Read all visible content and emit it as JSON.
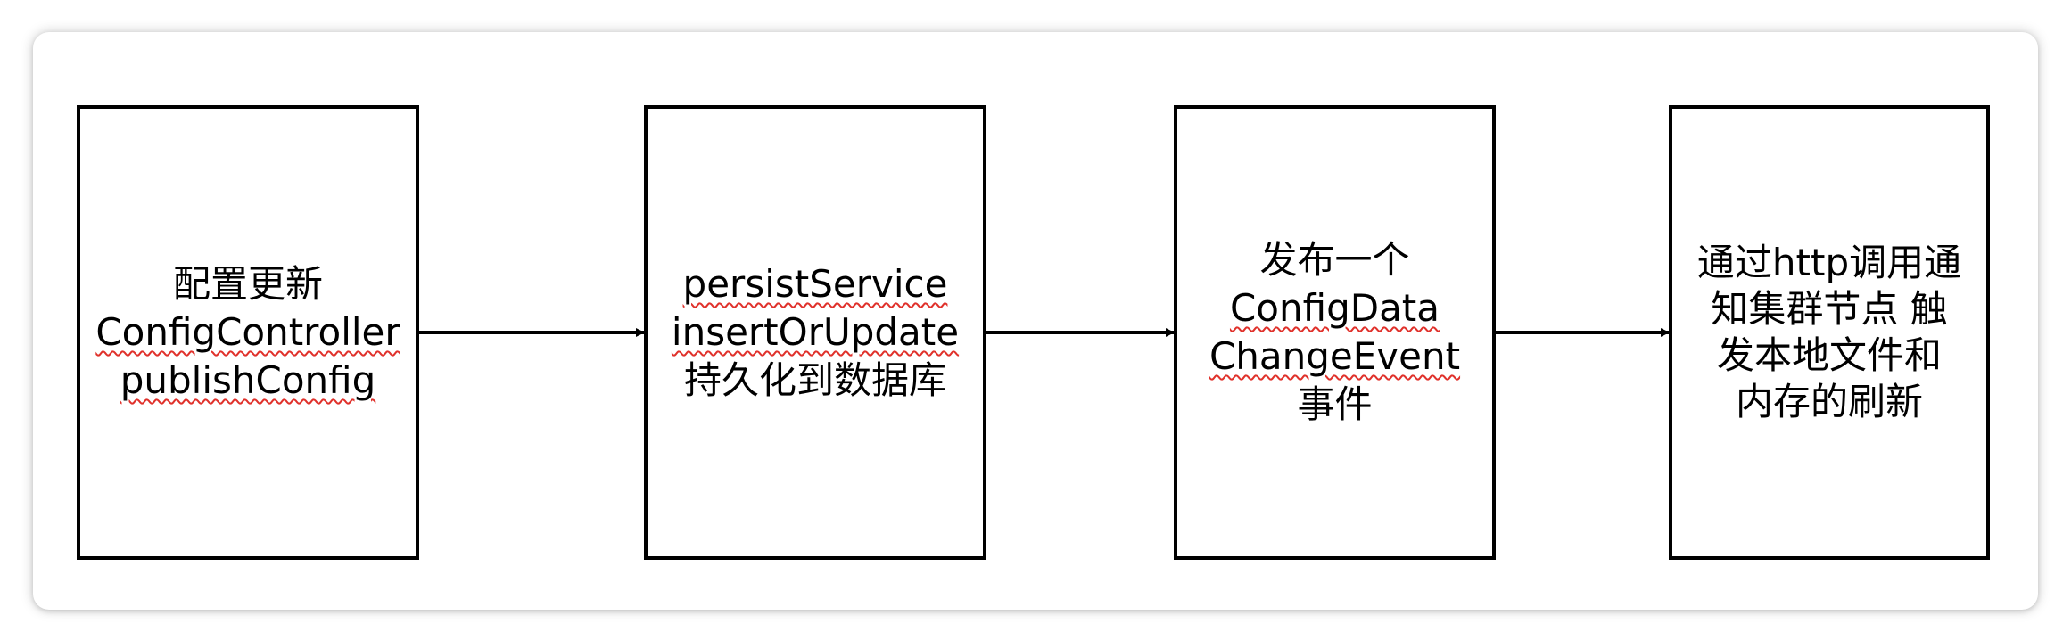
{
  "boxes": [
    {
      "lines": [
        "配置更新",
        "ConfigController",
        "publishConfig"
      ]
    },
    {
      "lines": [
        "persistService",
        "insertOrUpdate",
        "持久化到数据库"
      ]
    },
    {
      "lines": [
        "发布一个",
        "ConfigData",
        "ChangeEvent",
        "事件"
      ]
    },
    {
      "lines": [
        "通过http调用通",
        "知集群节点 触",
        "发本地文件和",
        "内存的刷新"
      ]
    }
  ],
  "colors": {
    "border": "#000000",
    "arrow": "#000000",
    "spellcheck_underline": "#e0312b",
    "card_background": "#ffffff"
  }
}
